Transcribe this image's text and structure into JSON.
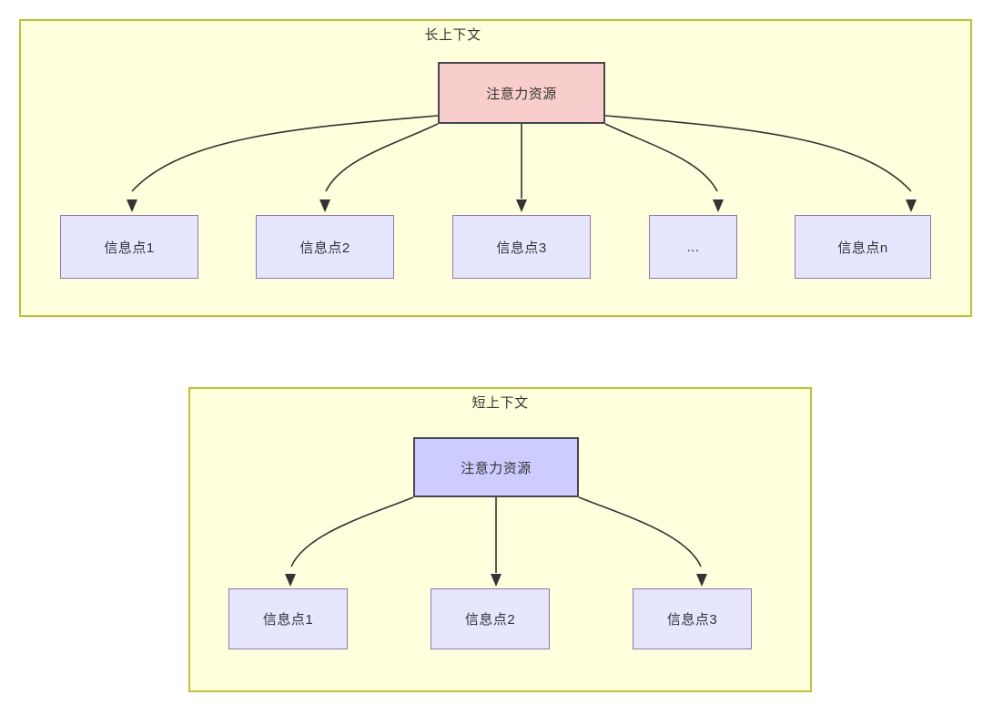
{
  "diagram": {
    "title_long": "长上下文",
    "title_short": "短上下文",
    "colors": {
      "container_fill": "#ffffdd",
      "container_border": "#bfbf38",
      "attention_long_fill": "#f8cecc",
      "attention_short_fill": "#ccccff",
      "node_border_dark": "#46464f",
      "info_fill": "#e6e6ff",
      "info_border": "#9673a6",
      "edge": "#333333",
      "text": "#333333"
    }
  },
  "long_context": {
    "title": "长上下文",
    "attention": {
      "label": "注意力资源"
    },
    "info_nodes": [
      {
        "label": "信息点1"
      },
      {
        "label": "信息点2"
      },
      {
        "label": "信息点3"
      },
      {
        "label": "..."
      },
      {
        "label": "信息点n"
      }
    ]
  },
  "short_context": {
    "title": "短上下文",
    "attention": {
      "label": "注意力资源"
    },
    "info_nodes": [
      {
        "label": "信息点1"
      },
      {
        "label": "信息点2"
      },
      {
        "label": "信息点3"
      }
    ]
  }
}
